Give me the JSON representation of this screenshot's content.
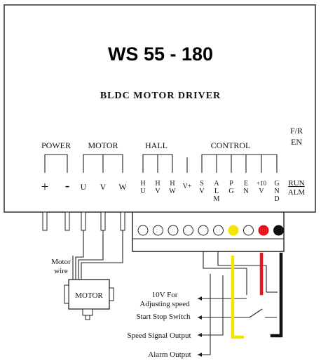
{
  "title": "WS 55 - 180",
  "subtitle": "BLDC MOTOR DRIVER",
  "groups": {
    "power": "POWER",
    "motor": "MOTOR",
    "hall": "HALL",
    "control": "CONTROL"
  },
  "side_labels": {
    "fr": "F/R",
    "en": "EN",
    "run": "RUN",
    "alm": "ALM"
  },
  "terminals": {
    "power": [
      "+",
      "-"
    ],
    "motor": [
      "U",
      "V",
      "W"
    ],
    "hall_h": [
      "H",
      "H",
      "H"
    ],
    "hall_sub": [
      "U",
      "V",
      "W"
    ],
    "vplus": "V+",
    "sv": [
      "S",
      "V"
    ],
    "alm": [
      "A",
      "L",
      "M"
    ],
    "pg": [
      "P",
      "G"
    ],
    "en": [
      "E",
      "N"
    ],
    "p10": [
      "+10",
      "V"
    ],
    "gnd": [
      "G",
      "N",
      "D"
    ]
  },
  "wiring": {
    "motor_wire": [
      "Motor",
      "wire"
    ],
    "motor_box": "MOTOR",
    "adjust": [
      "10V For",
      "Adjusting speed"
    ],
    "start_stop": "Start Stop Switch",
    "speed_out": "Speed Signal Output",
    "alarm_out": "Alarm Output"
  },
  "wire_colors": {
    "yellow": "#f2e600",
    "red": "#e8141b",
    "black": "#111111"
  },
  "terminal_dots": [
    {
      "fill": "none"
    },
    {
      "fill": "none"
    },
    {
      "fill": "none"
    },
    {
      "fill": "none"
    },
    {
      "fill": "none"
    },
    {
      "fill": "none"
    },
    {
      "fill": "#f2e600"
    },
    {
      "fill": "none"
    },
    {
      "fill": "#e8141b"
    },
    {
      "fill": "#111111"
    }
  ]
}
